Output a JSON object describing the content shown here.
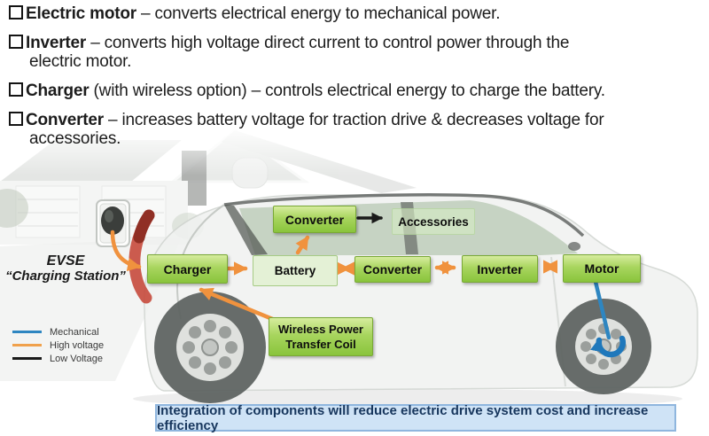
{
  "bullets": [
    {
      "term": "Electric motor",
      "text1": " – converts electrical energy to mechanical power.",
      "text2": ""
    },
    {
      "term": "Inverter",
      "text1": " – converts high voltage direct current to control power through the",
      "text2": "electric motor."
    },
    {
      "term": "Charger",
      "text1": " (with wireless option) –  controls electrical energy to charge the battery.",
      "text2": ""
    },
    {
      "term": "Converter",
      "text1": " – increases battery voltage for traction drive & decreases voltage for",
      "text2": "accessories."
    }
  ],
  "evse": {
    "line1": "EVSE",
    "line2": "“Charging Station”"
  },
  "legend": {
    "items": [
      {
        "label": "Mechanical",
        "color": "#2e86c1"
      },
      {
        "label": "High voltage",
        "color": "#f0a14c"
      },
      {
        "label": "Low Voltage",
        "color": "#1a1a1a"
      }
    ]
  },
  "components": {
    "converter_top": "Converter",
    "accessories": "Accessories",
    "charger": "Charger",
    "battery": "Battery",
    "converter": "Converter",
    "inverter": "Inverter",
    "motor": "Motor",
    "coil": "Wireless Power Transfer Coil"
  },
  "connections": [
    {
      "from": "EVSE outlet",
      "to": "Charger",
      "type": "high-voltage"
    },
    {
      "from": "Wireless Power Transfer Coil",
      "to": "Charger",
      "type": "high-voltage"
    },
    {
      "from": "Charger",
      "to": "Battery",
      "type": "high-voltage"
    },
    {
      "from": "Battery",
      "to": "Converter (top)",
      "type": "high-voltage"
    },
    {
      "from": "Converter (top)",
      "to": "Accessories",
      "type": "low-voltage"
    },
    {
      "from": "Battery",
      "to": "Converter",
      "type": "high-voltage, bidirectional"
    },
    {
      "from": "Converter",
      "to": "Inverter",
      "type": "high-voltage, bidirectional"
    },
    {
      "from": "Inverter",
      "to": "Motor",
      "type": "high-voltage, bidirectional"
    },
    {
      "from": "Motor",
      "to": "Front wheel",
      "type": "mechanical"
    }
  ],
  "banner": {
    "text": "Integration of components will reduce electric drive system cost and increase efficiency"
  },
  "colors": {
    "box_green_top": "#d6ec9e",
    "box_green_bottom": "#89c43c",
    "arrow_orange": "#f0923e",
    "arrow_black": "#1a1a1a",
    "mechanical_blue": "#2e86c1",
    "banner_bg": "#cfe3f6",
    "banner_border": "#8fb6de",
    "banner_text": "#17365d"
  }
}
